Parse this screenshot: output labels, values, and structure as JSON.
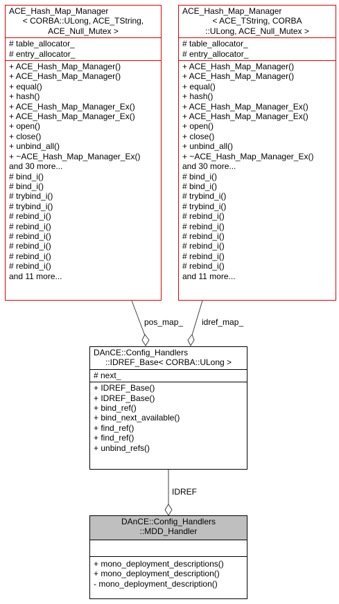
{
  "classes": {
    "left": {
      "title": [
        "ACE_Hash_Map_Manager",
        "< CORBA::ULong, ACE_TString,",
        "ACE_Null_Mutex >"
      ],
      "attributes": [
        "# table_allocator_",
        "# entry_allocator_"
      ],
      "methods": [
        "+ ACE_Hash_Map_Manager()",
        "+ ACE_Hash_Map_Manager()",
        "+ equal()",
        "+ hash()",
        "+ ACE_Hash_Map_Manager_Ex()",
        "+ ACE_Hash_Map_Manager_Ex()",
        "+ open()",
        "+ close()",
        "+ unbind_all()",
        "+ ~ACE_Hash_Map_Manager_Ex()",
        "and 30 more...",
        "# bind_i()",
        "# bind_i()",
        "# trybind_i()",
        "# trybind_i()",
        "# rebind_i()",
        "# rebind_i()",
        "# rebind_i()",
        "# rebind_i()",
        "# rebind_i()",
        "# rebind_i()",
        "and 11 more..."
      ]
    },
    "right": {
      "title": [
        "ACE_Hash_Map_Manager",
        "< ACE_TString, CORBA",
        "::ULong, ACE_Null_Mutex >"
      ],
      "attributes": [
        "# table_allocator_",
        "# entry_allocator_"
      ],
      "methods": [
        "+ ACE_Hash_Map_Manager()",
        "+ ACE_Hash_Map_Manager()",
        "+ equal()",
        "+ hash()",
        "+ ACE_Hash_Map_Manager_Ex()",
        "+ ACE_Hash_Map_Manager_Ex()",
        "+ open()",
        "+ close()",
        "+ unbind_all()",
        "+ ~ACE_Hash_Map_Manager_Ex()",
        "and 30 more...",
        "# bind_i()",
        "# bind_i()",
        "# trybind_i()",
        "# trybind_i()",
        "# rebind_i()",
        "# rebind_i()",
        "# rebind_i()",
        "# rebind_i()",
        "# rebind_i()",
        "# rebind_i()",
        "and 11 more..."
      ]
    },
    "middle": {
      "title": [
        "DAnCE::Config_Handlers",
        "::IDREF_Base< CORBA::ULong >"
      ],
      "attributes": [
        "# next_"
      ],
      "methods": [
        "+ IDREF_Base()",
        "+ IDREF_Base()",
        "+ bind_ref()",
        "+ bind_next_available()",
        "+ find_ref()",
        "+ find_ref()",
        "+ unbind_refs()"
      ]
    },
    "bottom": {
      "title": [
        "DAnCE::Config_Handlers",
        "::MDD_Handler"
      ],
      "attributes": [],
      "methods": [
        "+ mono_deployment_descriptions()",
        "+ mono_deployment_description()",
        "- mono_deployment_description()"
      ]
    }
  },
  "edges": {
    "pos_map": "pos_map_",
    "idref_map": "idref_map_",
    "idref": "IDREF"
  }
}
